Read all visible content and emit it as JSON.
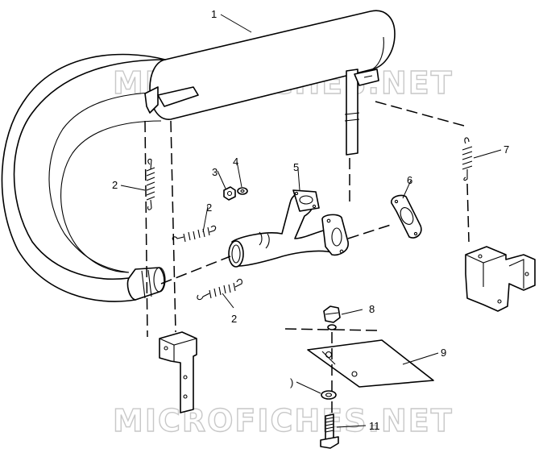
{
  "watermark": "MICROFICHES.NET",
  "callouts": {
    "c1": "1",
    "c2a": "2",
    "c2b": "2",
    "c2c": "2",
    "c3": "3",
    "c4": "4",
    "c5": "5",
    "c6": "6",
    "c7": "7",
    "c8": "8",
    "c9": "9",
    "c10": ")",
    "c11": "11"
  }
}
